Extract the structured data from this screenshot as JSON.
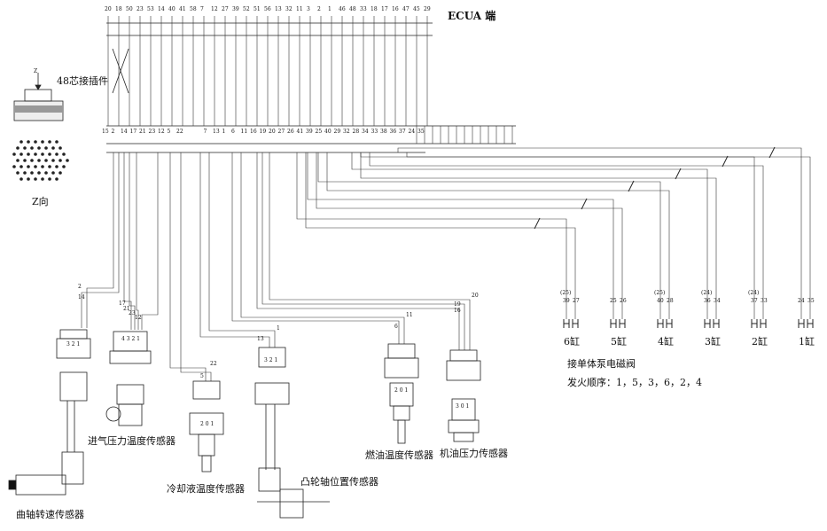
{
  "header": {
    "title": "ECUA 端"
  },
  "connector": {
    "label": "48芯接插件",
    "z_label": "Z向",
    "z_arrow_label": "Z"
  },
  "ecu_pins_top": [
    "20",
    "18",
    "50",
    "23",
    "53",
    "14",
    "40",
    "41",
    "58",
    "7",
    "12",
    "27",
    "39",
    "52",
    "51",
    "56",
    "13",
    "32",
    "11",
    "3",
    "2",
    "1",
    "46",
    "48",
    "33",
    "18",
    "17",
    "16",
    "47",
    "45",
    "29"
  ],
  "ecu_pins_mid": [
    "15",
    "2",
    "14",
    "17",
    "21",
    "23",
    "12",
    "5",
    "22",
    "7",
    "13",
    "1",
    "6",
    "11",
    "16",
    "19",
    "20",
    "27",
    "26",
    "41",
    "39",
    "25",
    "40",
    "29",
    "32",
    "28",
    "34",
    "33",
    "38",
    "36",
    "37",
    "24",
    "35"
  ],
  "sensors": {
    "crank": {
      "label": "曲轴转速传感器",
      "pins": [
        "2",
        "14"
      ],
      "face": "3 2 1"
    },
    "intake": {
      "label": "进气压力温度传感器",
      "pins": [
        "17",
        "21",
        "23",
        "12"
      ],
      "face": "4 3 2 1"
    },
    "coolant": {
      "label": "冷却液温度传感器",
      "pins": [
        "5",
        "22"
      ],
      "face": "2 0 1"
    },
    "cam": {
      "label": "凸轮轴位置传感器",
      "pins": [
        "13",
        "1"
      ],
      "face": "3 2 1"
    },
    "fuel_temp": {
      "label": "燃油温度传感器",
      "pins": [
        "6",
        "11"
      ],
      "face": "2 0 1"
    },
    "oil_press": {
      "label": "机油压力传感器",
      "pins": [
        "19",
        "16",
        "20"
      ],
      "face": "3 0 1"
    }
  },
  "cylinders": [
    {
      "name": "6缸",
      "pins": [
        "39",
        "27"
      ],
      "alt": "(25)"
    },
    {
      "name": "5缸",
      "pins": [
        "25",
        "26"
      ],
      "alt": ""
    },
    {
      "name": "4缸",
      "pins": [
        "40",
        "28"
      ],
      "alt": "(25)"
    },
    {
      "name": "3缸",
      "pins": [
        "36",
        "34"
      ],
      "alt": "(24)"
    },
    {
      "name": "2缸",
      "pins": [
        "37",
        "33"
      ],
      "alt": "(24)"
    },
    {
      "name": "1缸",
      "pins": [
        "24",
        "35"
      ],
      "alt": ""
    }
  ],
  "notes": {
    "pump_label": "接单体泵电磁阀",
    "firing_order": "发火顺序：1，5，3，6，2，4"
  }
}
